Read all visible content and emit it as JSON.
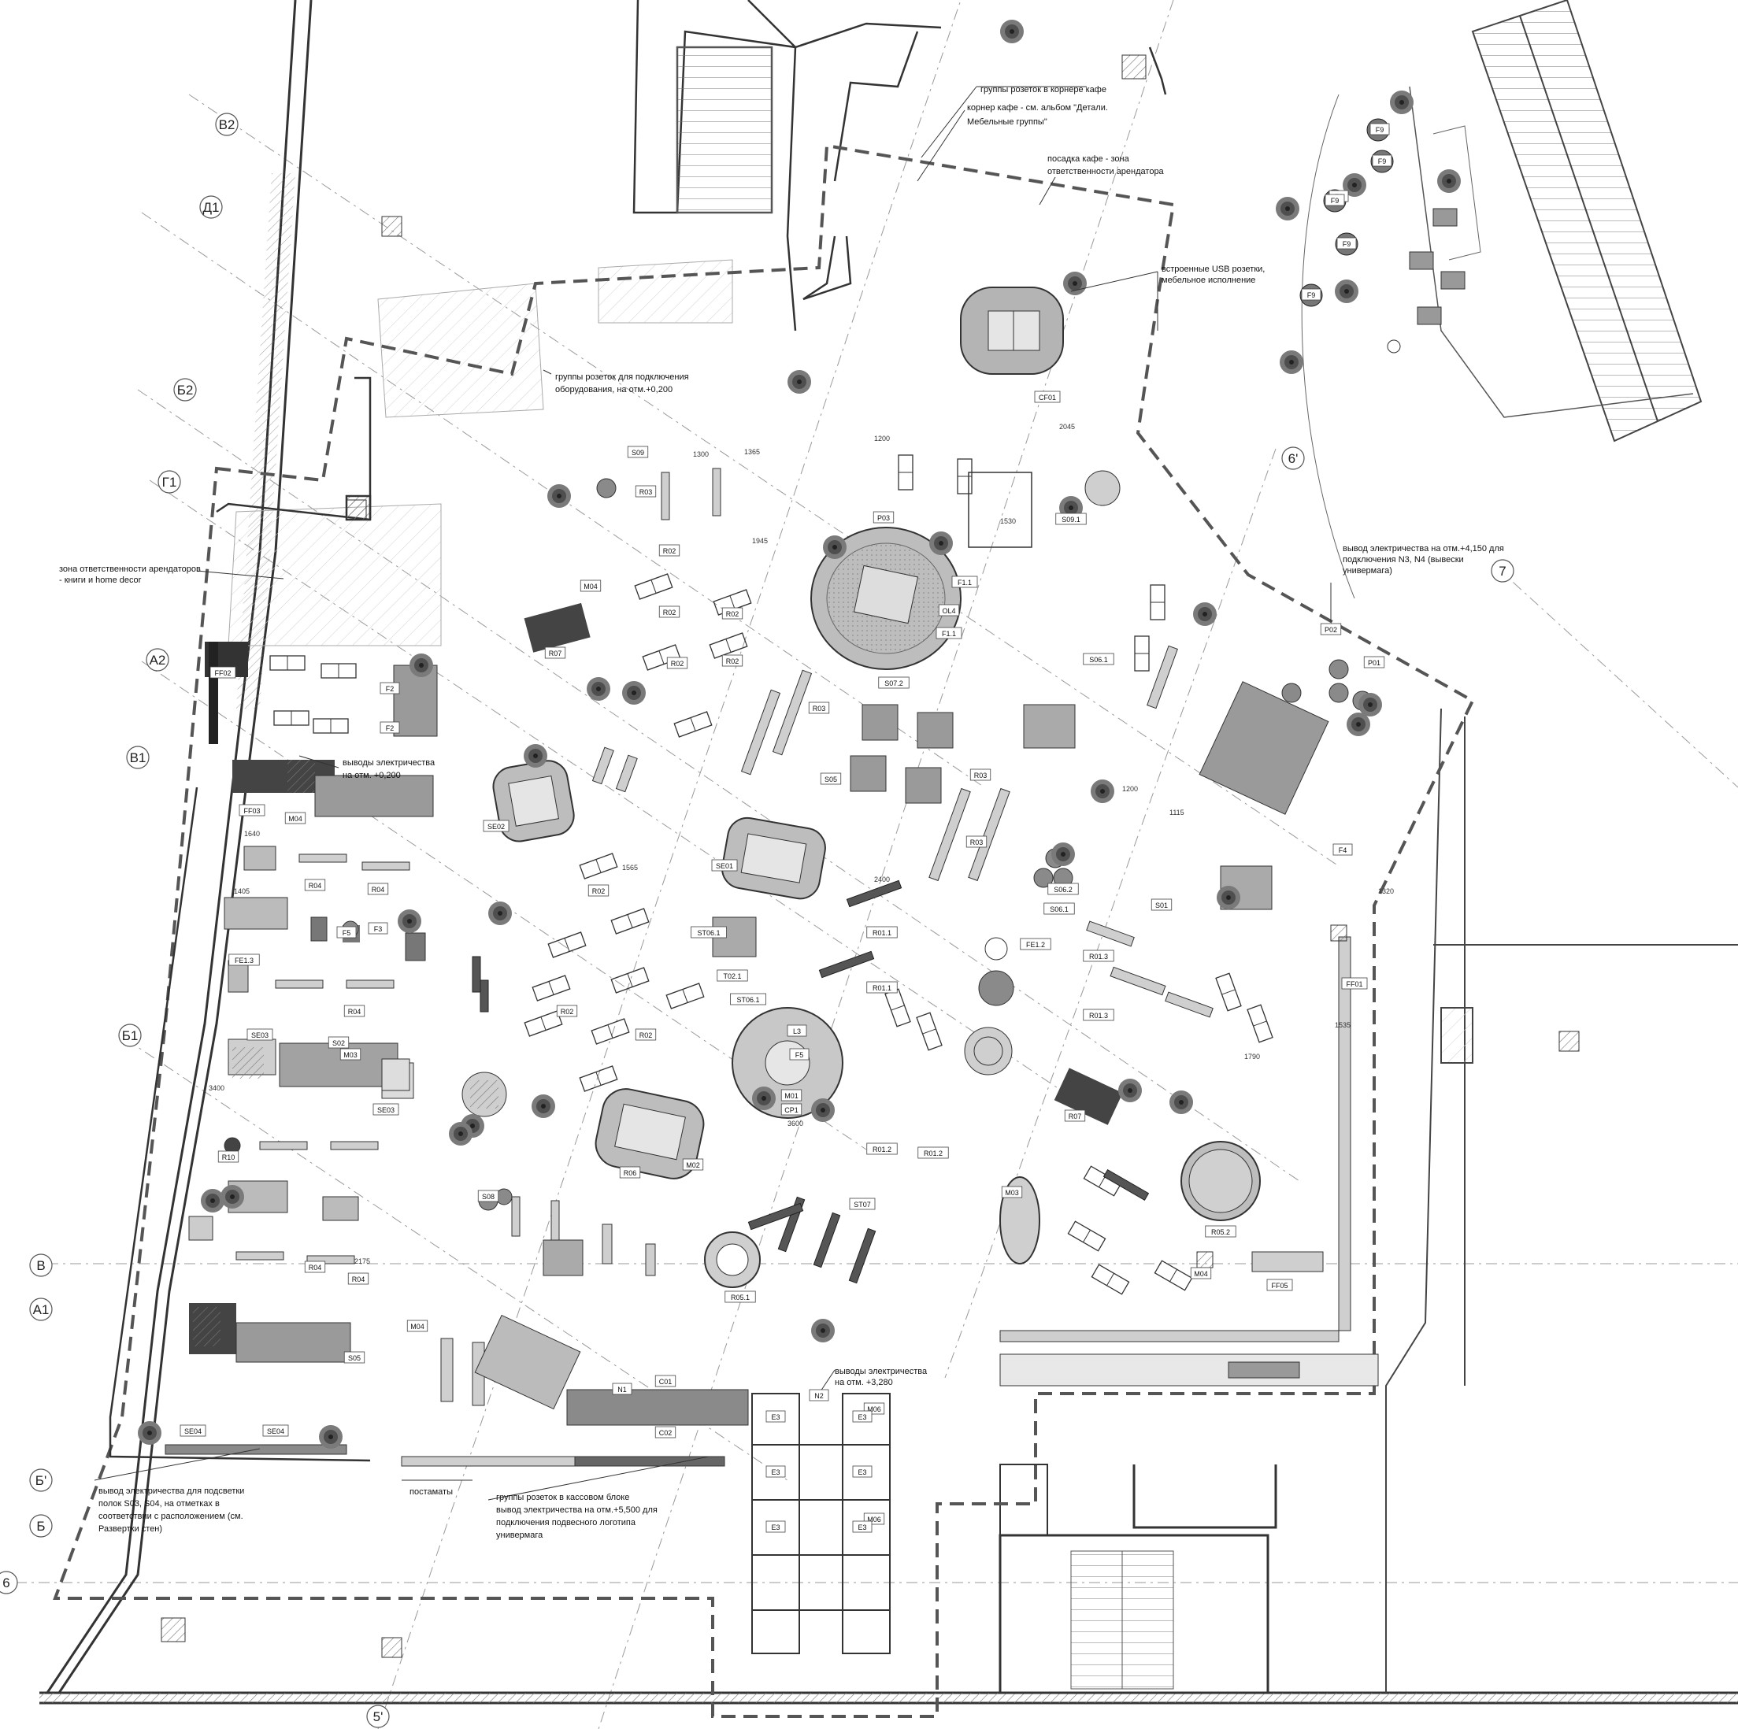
{
  "axes_left": [
    {
      "label": "В2"
    },
    {
      "label": "Д1"
    },
    {
      "label": "Б2"
    },
    {
      "label": "Г1"
    },
    {
      "label": "А2"
    },
    {
      "label": "В1"
    },
    {
      "label": "Б1"
    },
    {
      "label": "В"
    },
    {
      "label": "А1"
    },
    {
      "label": "Б'"
    },
    {
      "label": "Б"
    },
    {
      "label": "6"
    }
  ],
  "axes_other": [
    {
      "label": "6'"
    },
    {
      "label": "7"
    },
    {
      "label": "5'"
    }
  ],
  "notes": [
    {
      "lines": [
        "группы розеток в корнере кафе"
      ]
    },
    {
      "lines": [
        "корнер кафе - см. альбом \"Детали.",
        "Мебельные группы\""
      ]
    },
    {
      "lines": [
        "посадка кафе - зона",
        "ответственности арендатора"
      ]
    },
    {
      "lines": [
        "встроенные USB розетки,",
        "мебельное исполнение"
      ]
    },
    {
      "lines": [
        "группы розеток для подключения",
        "оборудования, на отм.+0,200"
      ]
    },
    {
      "lines": [
        "зона ответственности арендаторов",
        "- книги и home decor"
      ]
    },
    {
      "lines": [
        "выводы электричества",
        "на отм. +0,200"
      ]
    },
    {
      "lines": [
        "вывод электричества на отм.+4,150 для",
        "подключения N3, N4 (вывески",
        "универмага)"
      ]
    },
    {
      "lines": [
        "выводы электричества",
        "на отм. +3,280"
      ]
    },
    {
      "lines": [
        "вывод электричества для подсветки",
        "полок S03, S04, на отметках в",
        "соответствии с расположением (см.",
        "Развертки стен)"
      ]
    },
    {
      "lines": [
        "постаматы"
      ]
    },
    {
      "lines": [
        "группы розеток в кассовом блоке",
        "вывод электричества на отм.+5,500 для",
        "подключения подвесного логотипа",
        "универмага"
      ]
    }
  ],
  "tags": [
    "CF01",
    "P03",
    "P02",
    "P01",
    "S07.2",
    "OL4",
    "F1.1",
    "F1.1",
    "S09.1",
    "S06.1",
    "S06.1",
    "S06.2",
    "R02",
    "R02",
    "R02",
    "R02",
    "R02",
    "R02",
    "R02",
    "R02",
    "R03",
    "R03",
    "R03",
    "R03",
    "R04",
    "R04",
    "R04",
    "R04",
    "R04",
    "R05.1",
    "R05.2",
    "R06",
    "R07",
    "R07",
    "R10",
    "R01.1",
    "R01.1",
    "R01.2",
    "R01.2",
    "R01.3",
    "R01.3",
    "F2",
    "F2",
    "F3",
    "F4",
    "F5",
    "F5",
    "F8",
    "F9",
    "F9",
    "F9",
    "F9",
    "F9",
    "FF01",
    "FF02",
    "FF03",
    "FF05",
    "FE1.2",
    "FE1.3",
    "M01",
    "M02",
    "M03",
    "M03",
    "M04",
    "M04",
    "M04",
    "M04",
    "M06",
    "M06",
    "S01",
    "S02",
    "S05",
    "S05",
    "S08",
    "S09",
    "SE01",
    "SE02",
    "SE03",
    "SE03",
    "SE04",
    "SE04",
    "ST06.1",
    "ST06.1",
    "ST07",
    "T02.1",
    "L3",
    "CP1",
    "C01",
    "C02",
    "N1",
    "N2",
    "E3",
    "E3",
    "E3",
    "E3",
    "E3",
    "E3"
  ],
  "dims": [
    "1300",
    "1365",
    "1200",
    "2045",
    "1945",
    "1530",
    "1565",
    "1640",
    "1405",
    "3400",
    "2175",
    "3600",
    "1115",
    "1200",
    "2400",
    "1535",
    "1790",
    "1320"
  ],
  "colors": {
    "line": "#444444",
    "wall": "#333333",
    "dark": "#555555",
    "mid": "#8a8a8a",
    "light": "#c4c4c4",
    "plant": "#6b6b6b",
    "dashed": "#555555"
  }
}
